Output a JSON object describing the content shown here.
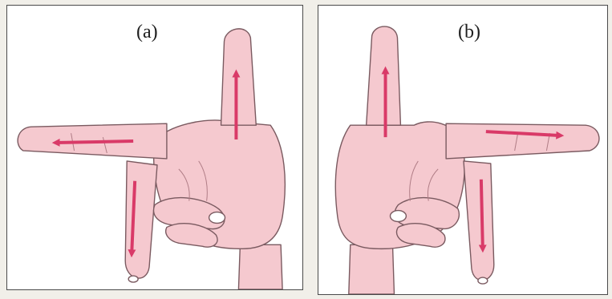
{
  "panels": [
    {
      "id": "a",
      "label": "(a)"
    },
    {
      "id": "b",
      "label": "(b)"
    }
  ],
  "colors": {
    "skin": "#f5c9cf",
    "skin_shadow": "#e6a7b1",
    "outline": "#7a5a60",
    "arrow": "#d93a68",
    "frame": "#4a4a4a",
    "background": "#ffffff"
  },
  "arrows": {
    "a": [
      "up",
      "left",
      "down"
    ],
    "b": [
      "up",
      "right",
      "down"
    ]
  }
}
